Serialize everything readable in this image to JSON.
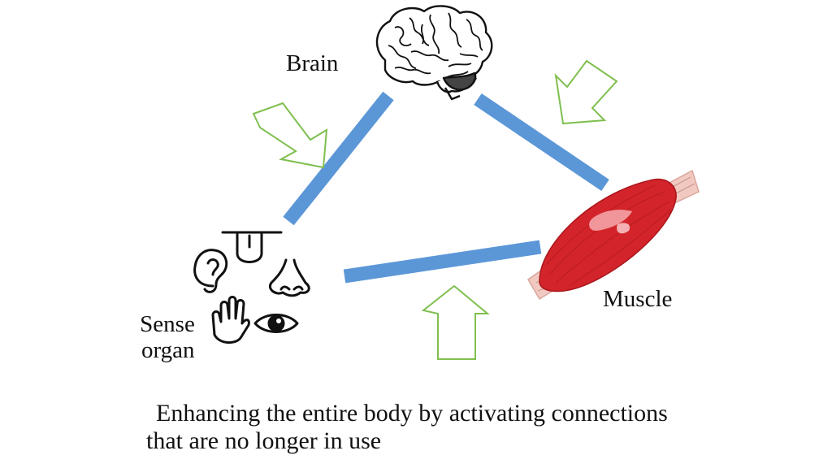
{
  "diagram": {
    "nodes": {
      "brain": {
        "label": "Brain",
        "icon": "brain-icon"
      },
      "muscle": {
        "label": "Muscle",
        "icon": "muscle-icon"
      },
      "sense_organ": {
        "label_line1": "Sense",
        "label_line2": "organ",
        "icons": [
          "tongue-icon",
          "ear-icon",
          "nose-icon",
          "hand-icon",
          "eye-icon"
        ]
      }
    },
    "connectors": [
      {
        "from": "sense_organ",
        "to": "brain"
      },
      {
        "from": "brain",
        "to": "muscle"
      },
      {
        "from": "sense_organ",
        "to": "muscle"
      }
    ],
    "arrows": [
      {
        "name": "arrow-to-sense-brain-link",
        "points_to": "sense_organ-brain"
      },
      {
        "name": "arrow-to-brain-muscle-link",
        "points_to": "brain-muscle"
      },
      {
        "name": "arrow-to-sense-muscle-link",
        "points_to": "sense_organ-muscle"
      }
    ],
    "caption_line1": "Enhancing the entire body by activating connections",
    "caption_line2": "that are no longer in use"
  },
  "colors": {
    "connector": "#5b97d7",
    "arrow_outline": "#7fbf4f",
    "muscle_red": "#d2242a",
    "tendon": "#f2c9c0",
    "icon_ink": "#111111"
  }
}
